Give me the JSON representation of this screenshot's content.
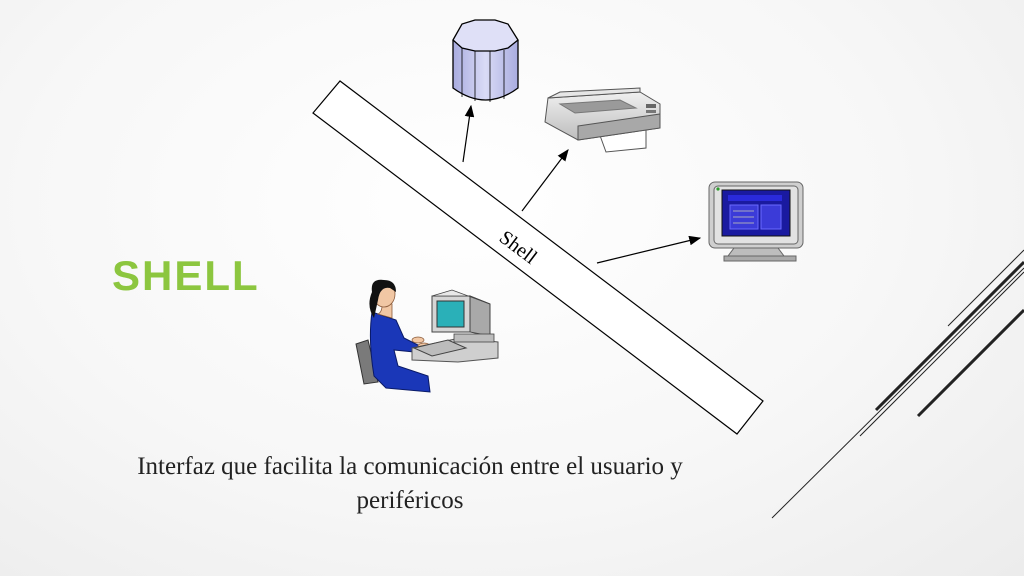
{
  "slide": {
    "title": "SHELL",
    "caption": "Interfaz que facilita la comunicación entre el usuario y periféricos"
  },
  "diagram": {
    "shell_label": "Shell",
    "nodes": [
      {
        "id": "database",
        "icon": "database-cylinder-icon"
      },
      {
        "id": "printer",
        "icon": "printer-icon"
      },
      {
        "id": "monitor",
        "icon": "monitor-icon"
      },
      {
        "id": "user",
        "icon": "user-at-computer-icon"
      }
    ]
  },
  "colors": {
    "title": "#8cc63f",
    "user_clothing": "#1a37b8",
    "screen": "#1a1aa0",
    "database_fill": "#c7c9ee"
  }
}
